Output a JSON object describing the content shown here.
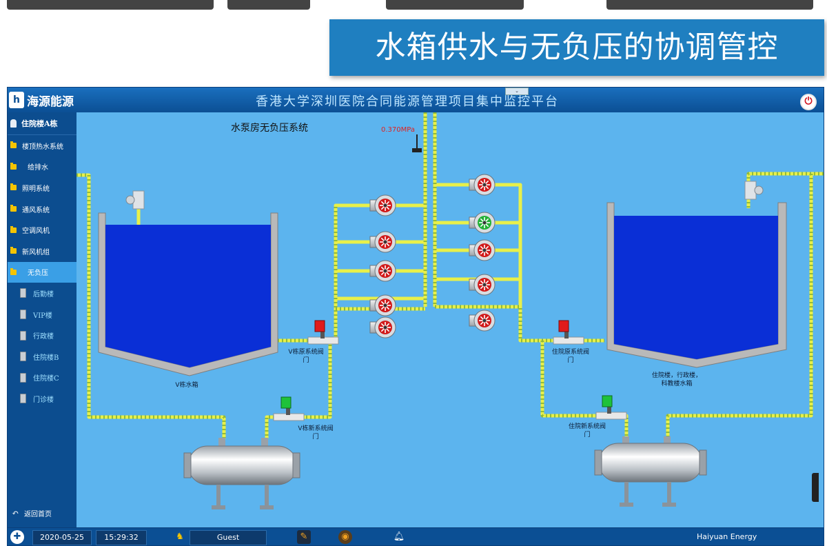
{
  "slide": {
    "title": "水箱供水与无负压的协调管控"
  },
  "app": {
    "logo_text": "海源能源",
    "title": "香港大学深圳医院合同能源管理项目集中监控平台",
    "collapse_glyph": "⌄"
  },
  "sidebar": {
    "header": "住院楼A栋",
    "items": [
      {
        "label": "楼顶热水系统"
      },
      {
        "label": "给排水"
      },
      {
        "label": "照明系统"
      },
      {
        "label": "通风系统"
      },
      {
        "label": "空调风机"
      },
      {
        "label": "新风机组"
      },
      {
        "label": "无负压",
        "active": true
      }
    ],
    "subitems": [
      {
        "label": "后勤楼"
      },
      {
        "label": "VIP楼"
      },
      {
        "label": "行政楼"
      },
      {
        "label": "住院楼B"
      },
      {
        "label": "住院楼C"
      },
      {
        "label": "门诊楼"
      }
    ],
    "back_label": "返回首页"
  },
  "scada": {
    "title": "水泵房无负压系统",
    "pressure": "0.370MPa",
    "tank_left_label": "V栋水箱",
    "tank_right_label": "住院楼，行政楼，科教楼水箱",
    "valve_left_top_label": "V栋原系统阀门",
    "valve_left_bottom_label": "V栋新系统阀门",
    "valve_right_top_label": "住院原系统阀门",
    "valve_right_bottom_label": "住院新系统阀门",
    "left_pumps": [
      {
        "state": "stopped"
      },
      {
        "state": "stopped"
      },
      {
        "state": "stopped"
      },
      {
        "state": "stopped"
      },
      {
        "state": "stopped"
      }
    ],
    "right_pumps": [
      {
        "state": "stopped"
      },
      {
        "state": "running"
      },
      {
        "state": "stopped"
      },
      {
        "state": "stopped"
      },
      {
        "state": "stopped"
      }
    ],
    "valve_states": {
      "left_top": "closed",
      "left_bottom": "open",
      "right_top": "closed",
      "right_bottom": "open"
    }
  },
  "statusbar": {
    "date": "2020-05-25",
    "time": "15:29:32",
    "user": "Guest",
    "company": "Haiyuan Energy"
  },
  "colors": {
    "background": "#5cb4ee",
    "water": "#0a2fd6",
    "pipe": "#e8f04a",
    "pump_stopped": "#d11a1a",
    "pump_running": "#22b035",
    "valve_closed": "#e01b1b",
    "valve_open": "#1fc23a"
  }
}
